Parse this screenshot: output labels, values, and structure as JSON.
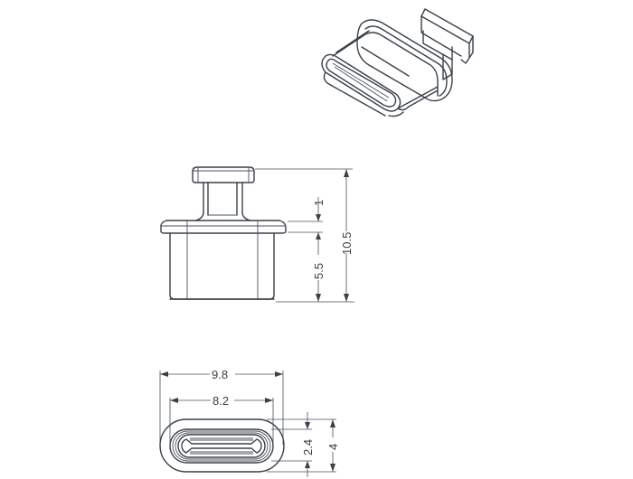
{
  "drawing": {
    "subject": "USB-C dust cap",
    "units": "mm",
    "views": {
      "isometric": {
        "label": ""
      },
      "side": {
        "dimensions": {
          "flange_thickness": "1",
          "body_height": "5.5",
          "total_height": "10.5"
        }
      },
      "front": {
        "dimensions": {
          "outer_width": "9.8",
          "inner_width": "8.2",
          "inner_height": "2.4",
          "outer_height": "4"
        }
      }
    },
    "colors": {
      "line": "#3a4048",
      "background": "#ffffff"
    }
  }
}
